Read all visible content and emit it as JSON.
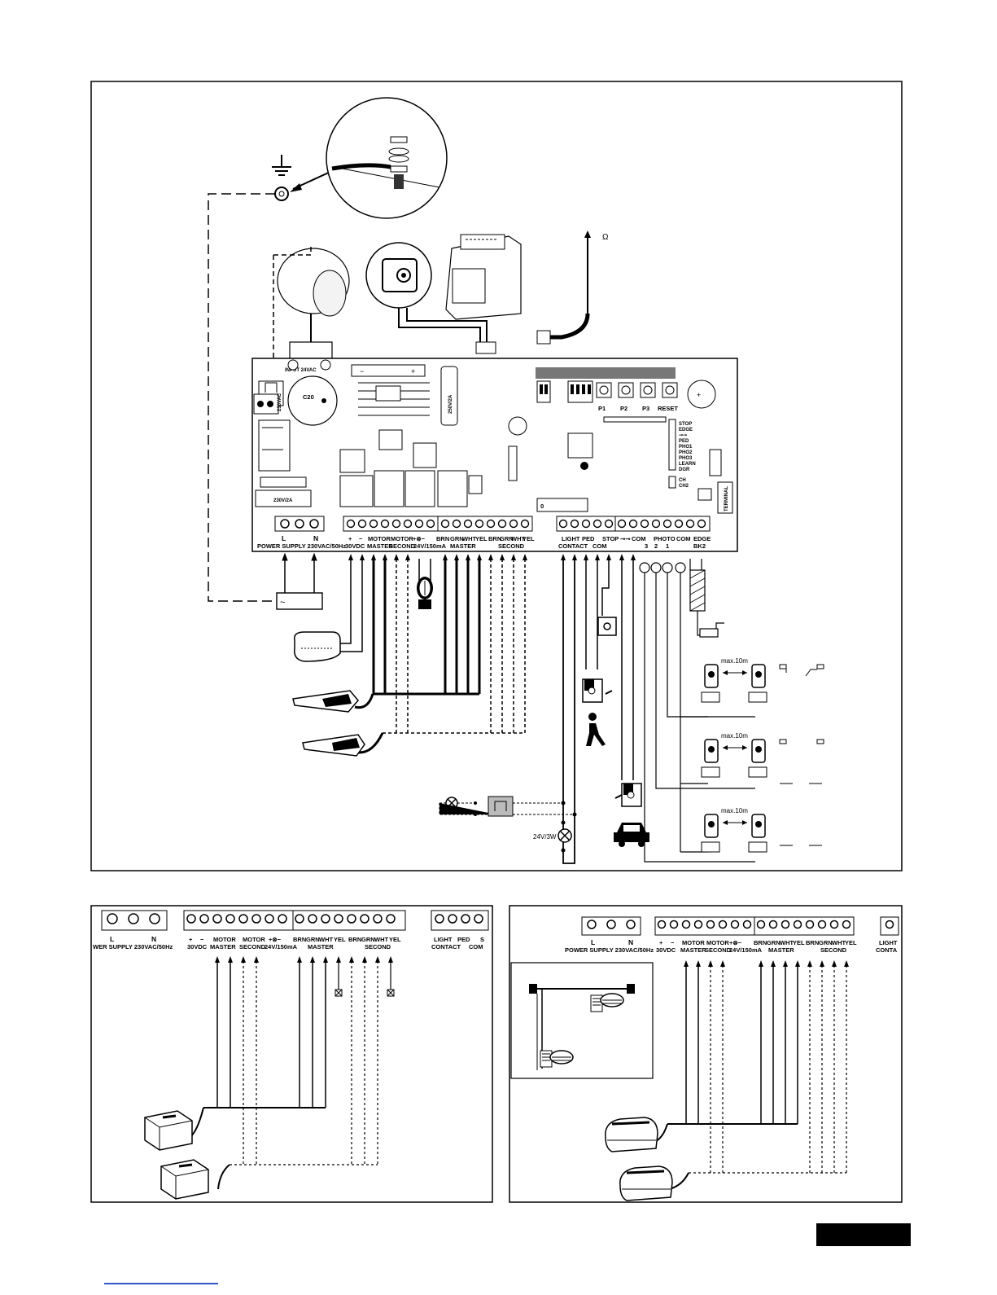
{
  "main_diagram": {
    "board": {
      "input_label": "INPUT 24VAC",
      "transformer_label": "230VAC",
      "capacitor_label": "C20",
      "fuse_label": "230V/2A",
      "fuse_label_2": "250V/2A",
      "polarity_minus": "−",
      "polarity_plus": "+",
      "buttons": [
        "P1",
        "P2",
        "P3",
        "RESET"
      ],
      "leds": [
        "STOP",
        "EDGE",
        "⊸⊸",
        "PED",
        "PHO1",
        "PHO2",
        "PHO3",
        "LEARN",
        "DGR"
      ],
      "leds_ch": [
        "CH",
        "CH2"
      ],
      "display_char": "0",
      "terminal_label": "TERMINAL"
    },
    "terminals": {
      "power": {
        "top": [
          "L",
          "N"
        ],
        "bottom": "POWER SUPPLY  230VAC/50Hz"
      },
      "motor_row_top": [
        "+",
        "−",
        "MOTOR",
        "MOTOR",
        "+⊗−",
        "BRN",
        "GRN",
        "WHT",
        "YEL",
        "BRN",
        "GRN",
        "WHT",
        "YEL"
      ],
      "motor_row_bottom": [
        "30VDC",
        "MASTER",
        "SECOND",
        "24V/150mA",
        "MASTER",
        "SECOND"
      ],
      "io_row_top": [
        "LIGHT",
        "PED",
        "STOP",
        "⊸⊸",
        "COM",
        "PHOTO",
        "COM",
        "EDGE"
      ],
      "io_row_bottom": [
        "CONTACT",
        "COM",
        "3",
        "2",
        "1",
        "BK2"
      ]
    },
    "antenna_label": "Ω",
    "photocell_distance": [
      "max.10m",
      "max.10m",
      "max.10m"
    ],
    "lamp_label": "24V/3W"
  },
  "bottom_left": {
    "terminals_top": [
      "L",
      "N",
      "+",
      "−",
      "MOTOR",
      "MOTOR",
      "+⊗−",
      "BRN",
      "GRN",
      "WHT",
      "YEL",
      "BRN",
      "GRN",
      "WHT",
      "YEL",
      "LIGHT",
      "PED",
      "S"
    ],
    "terminals_bottom": [
      "WER SUPPLY  230VAC/50Hz",
      "30VDC",
      "MASTER",
      "SECOND",
      "24V/150mA",
      "MASTER",
      "SECOND",
      "CONTACT",
      "COM"
    ]
  },
  "bottom_right": {
    "terminals_top": [
      "L",
      "N",
      "+",
      "−",
      "MOTOR",
      "MOTOR",
      "+⊗−",
      "BRN",
      "GRN",
      "WHT",
      "YEL",
      "BRN",
      "GRN",
      "WHT",
      "YEL",
      "LIGHT"
    ],
    "terminals_bottom": [
      "POWER SUPPLY  230VAC/50Hz",
      "30VDC",
      "MASTER",
      "SECOND",
      "24V/150mA",
      "MASTER",
      "SECOND",
      "CONTA"
    ]
  }
}
